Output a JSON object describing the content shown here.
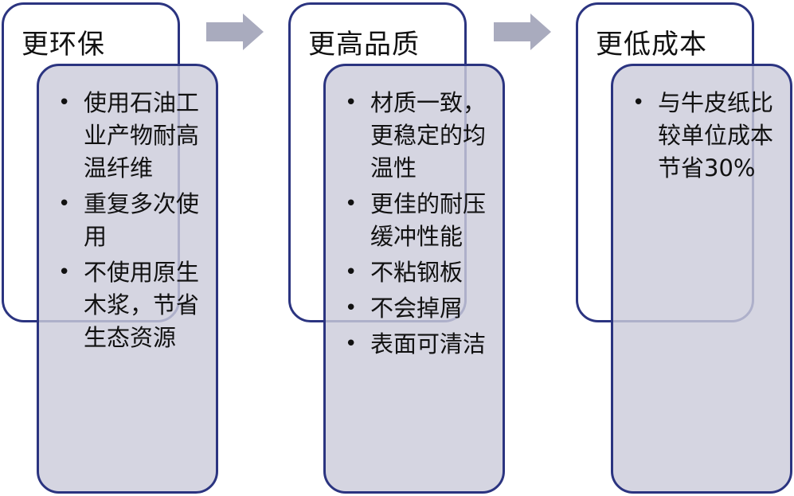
{
  "colors": {
    "border": "#2b3480",
    "inner_fill": "#cccfdb",
    "arrow_fill": "#a9abbe"
  },
  "arrows": [
    {
      "icon": "right-arrow-icon"
    },
    {
      "icon": "right-arrow-icon"
    }
  ],
  "columns": [
    {
      "title": "更环保",
      "bullets": [
        "使用石油工业产物耐高温纤维",
        "重复多次使用",
        "不使用原生木浆，节省生态资源"
      ]
    },
    {
      "title": "更高品质",
      "bullets": [
        "材质一致，更稳定的均温性",
        "更佳的耐压缓冲性能",
        "不粘钢板",
        "不会掉屑",
        "表面可清洁"
      ]
    },
    {
      "title": "更低成本",
      "bullets": [
        "与牛皮纸比较单位成本节省30%"
      ]
    }
  ]
}
